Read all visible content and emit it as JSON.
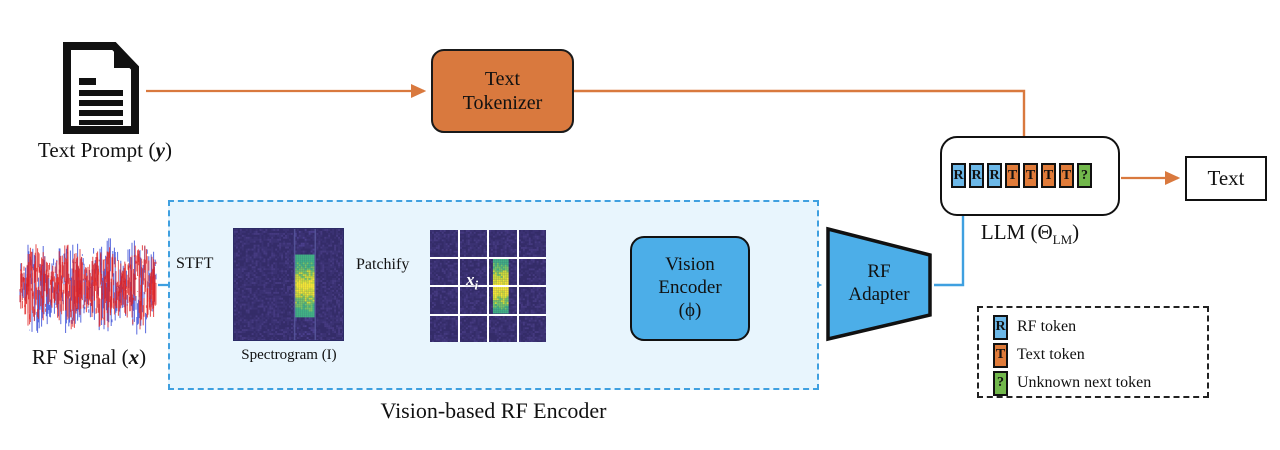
{
  "diagram": {
    "title": "Vision-based RF Encoder LLM architecture",
    "colors": {
      "orange": "#D9793E",
      "blue": "#4CAEE8",
      "light_blue_fill": "#E8F5FD",
      "dashed_blue": "#3FA0E0",
      "token_rf": "#6CB8E8",
      "token_text": "#E07B39",
      "token_unknown": "#72B84C",
      "outline": "#111111"
    }
  },
  "inputs": {
    "text_prompt": {
      "label": "Text Prompt (",
      "symbol": "y",
      "label_close": ")",
      "icon": "document-icon"
    },
    "rf_signal": {
      "label": "RF Signal (",
      "symbol": "x",
      "label_close": ")",
      "icon": "waveform-icon"
    }
  },
  "blocks": {
    "text_tokenizer": {
      "line1": "Text",
      "line2": "Tokenizer"
    },
    "vision_encoder": {
      "line1": "Vision",
      "line2": "Encoder",
      "line3": "(ϕ)"
    },
    "rf_adapter": {
      "line1": "RF",
      "line2": "Adapter"
    },
    "llm": {
      "label": "LLM (Θ",
      "subscript": "LM",
      "label_close": ")"
    },
    "text_output": {
      "label": "Text"
    }
  },
  "region": {
    "rf_encoder": {
      "label": "Vision-based RF Encoder"
    }
  },
  "edges": {
    "stft": {
      "label": "STFT"
    },
    "patchify": {
      "label": "Patchify"
    }
  },
  "spectrogram": {
    "caption": "Spectrogram (I)"
  },
  "patch_grid": {
    "patch_label": "x",
    "patch_subscript": "i",
    "rows": 4,
    "cols": 4
  },
  "tokens": [
    {
      "glyph": "R",
      "type": "rf"
    },
    {
      "glyph": "R",
      "type": "rf"
    },
    {
      "glyph": "R",
      "type": "rf"
    },
    {
      "glyph": "T",
      "type": "text"
    },
    {
      "glyph": "T",
      "type": "text"
    },
    {
      "glyph": "T",
      "type": "text"
    },
    {
      "glyph": "T",
      "type": "text"
    },
    {
      "glyph": "?",
      "type": "unknown"
    }
  ],
  "legend": {
    "items": [
      {
        "glyph": "R",
        "type": "rf",
        "label": "RF token"
      },
      {
        "glyph": "T",
        "type": "text",
        "label": "Text token"
      },
      {
        "glyph": "?",
        "type": "unknown",
        "label": "Unknown next token"
      }
    ]
  }
}
